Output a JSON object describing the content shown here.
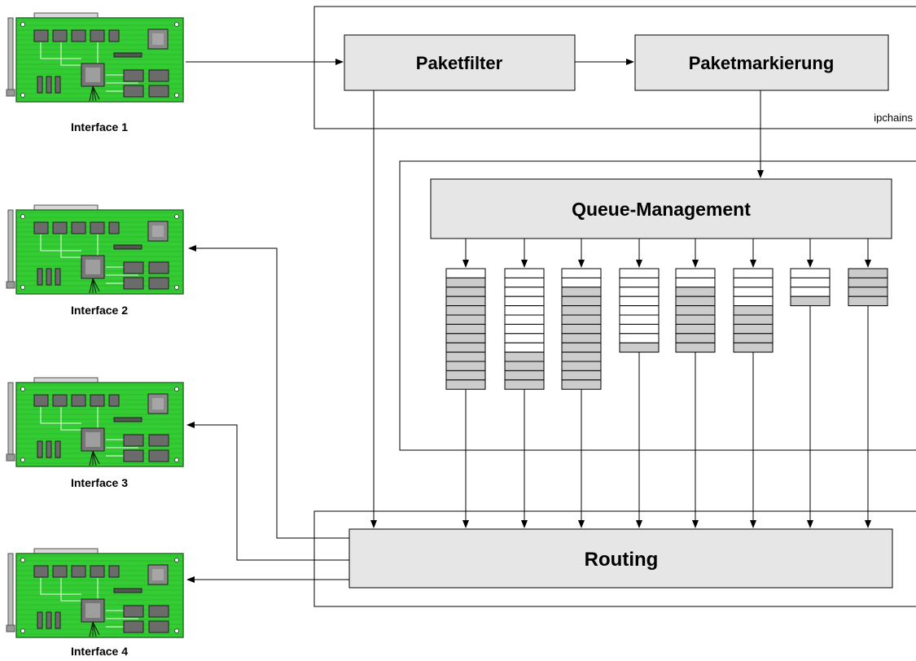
{
  "diagram": {
    "interfaces": [
      {
        "label": "Interface 1"
      },
      {
        "label": "Interface 2"
      },
      {
        "label": "Interface 3"
      },
      {
        "label": "Interface 4"
      }
    ],
    "group_label": "ipchains",
    "blocks": {
      "paketfilter": "Paketfilter",
      "paketmarkierung": "Paketmarkierung",
      "queue_management": "Queue-Management",
      "routing": "Routing"
    },
    "queues": [
      {
        "slots": 13,
        "filled_from": 1
      },
      {
        "slots": 13,
        "filled_from": 9
      },
      {
        "slots": 13,
        "filled_from": 2
      },
      {
        "slots": 9,
        "filled_from": 8
      },
      {
        "slots": 9,
        "filled_from": 2
      },
      {
        "slots": 9,
        "filled_from": 4
      },
      {
        "slots": 4,
        "filled_from": 3
      },
      {
        "slots": 4,
        "filled_from": 0
      }
    ],
    "colors": {
      "block_fill": "#e6e6e6",
      "queue_filled": "#cccccc",
      "card_green": "#33cc33",
      "line": "#000000"
    }
  }
}
